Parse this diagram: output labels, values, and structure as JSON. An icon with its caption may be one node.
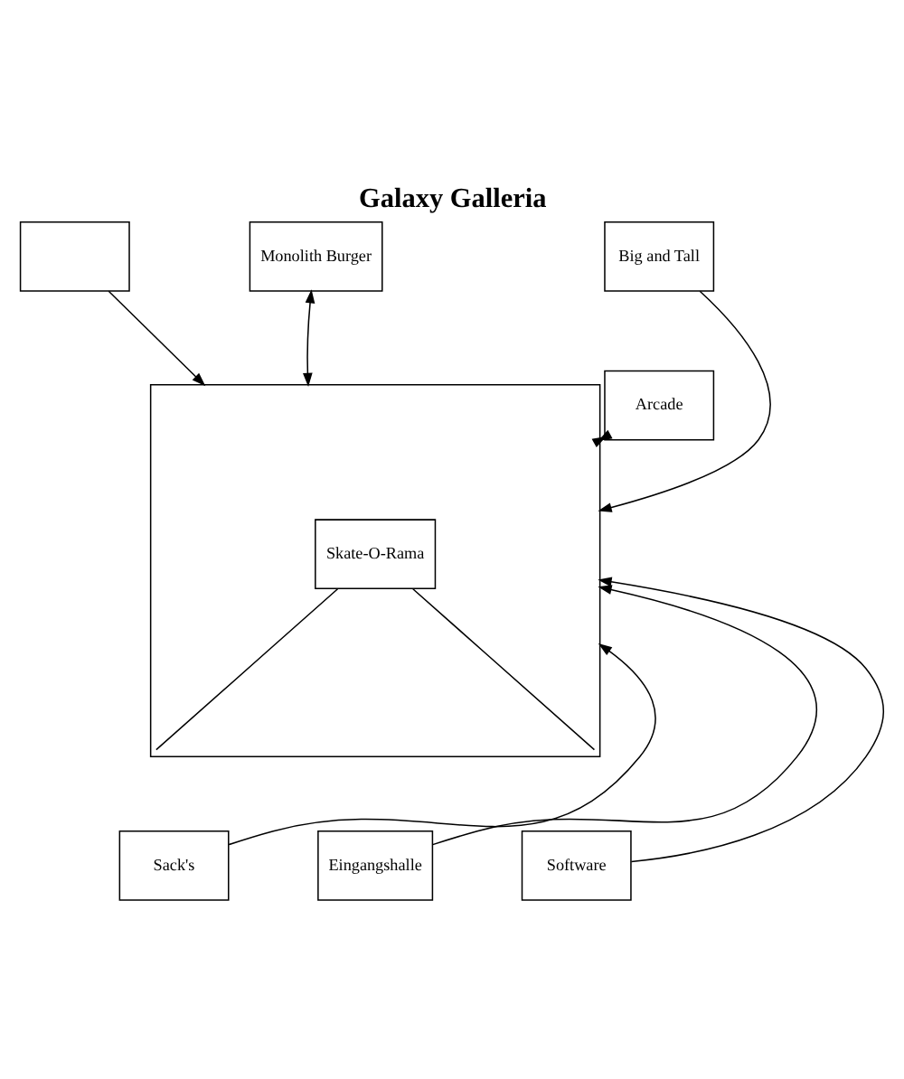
{
  "diagram": {
    "title": "Galaxy Galleria",
    "nodes": [
      {
        "text": [
          "Big and Tall"
        ]
      },
      {
        "text": [
          "Monolith Burger"
        ]
      },
      {
        "text": [],
        "shape": "box"
      },
      {
        "text": [
          "Arcade"
        ]
      },
      {
        "text": [],
        "shape": "box"
      },
      {
        "text": [
          "Skate-O-Rama"
        ],
        "in": 4
      },
      {
        "text": [
          "Sack's"
        ]
      },
      {
        "text": [
          "Eingangshalle"
        ]
      },
      {
        "text": [
          "Software"
        ]
      }
    ],
    "edges": [
      {
        "from": 0,
        "to": 4,
        "arrow": "to"
      },
      {
        "from": 1,
        "to": 4,
        "arrow": "both"
      },
      {
        "from": 2,
        "to": 4,
        "arrow": "to"
      },
      {
        "from": 3,
        "to": 4,
        "arrow": "both"
      },
      {
        "from": 5,
        "to": 4,
        "arrow": "none"
      },
      {
        "from": 5,
        "to": 4,
        "arrow": "none"
      },
      {
        "from": 6,
        "to": 4,
        "arrow": "to"
      },
      {
        "from": 7,
        "to": 4,
        "arrow": "to"
      },
      {
        "from": 8,
        "to": 4,
        "arrow": "to"
      }
    ]
  }
}
